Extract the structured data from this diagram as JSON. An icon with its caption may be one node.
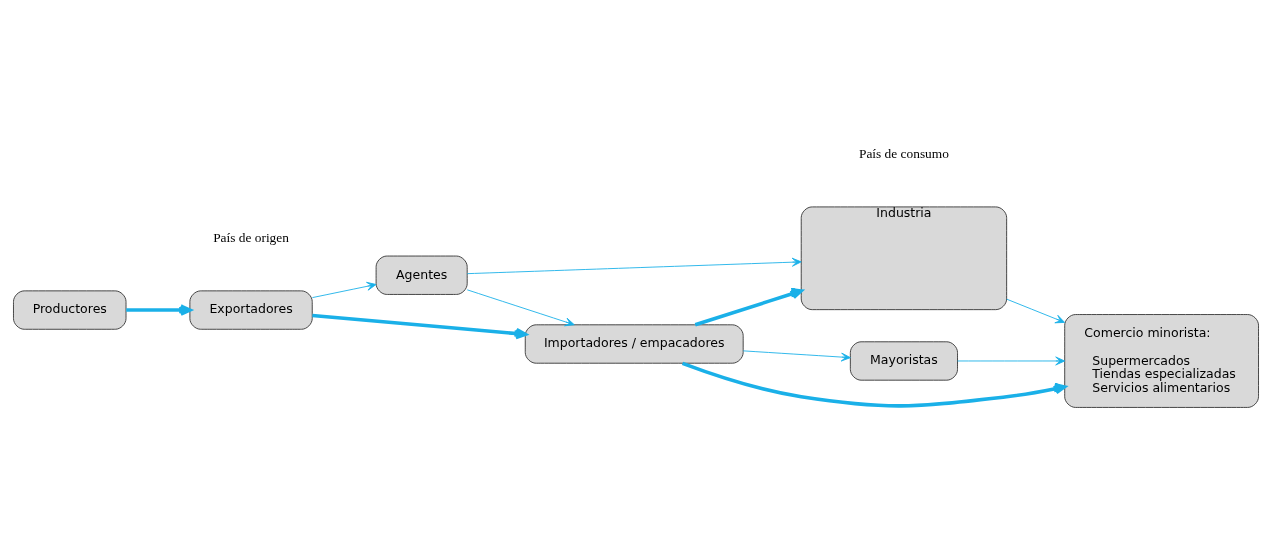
{
  "diagram": {
    "nodes": [
      {
        "text": [
          "Exportadores"
        ]
      },
      {
        "text": [
          "Productores"
        ]
      },
      {
        "text": [
          "Agentes"
        ]
      },
      {
        "text": [
          "Industria"
        ]
      },
      {
        "text": [
          "Importadores / empacadores"
        ]
      },
      {
        "text": [
          "Mayoristas"
        ]
      },
      {
        "text": [
          "Comercio minorista:",
          "Supermercados",
          "Tiendas especializadas",
          "Servicios alimentarios"
        ]
      }
    ],
    "edges": [
      {
        "from": 1,
        "to": 0,
        "arrow": "to",
        "style": "thick"
      },
      {
        "from": 0,
        "to": 2,
        "arrow": "to"
      },
      {
        "from": 0,
        "to": 4,
        "arrow": "to",
        "style": "thick"
      },
      {
        "from": 2,
        "to": 3,
        "arrow": "to"
      },
      {
        "from": 2,
        "to": 4,
        "arrow": "to"
      },
      {
        "from": 4,
        "to": 3,
        "arrow": "to",
        "style": "thick"
      },
      {
        "from": 4,
        "to": 6,
        "arrow": "to",
        "style": "thick"
      },
      {
        "from": 4,
        "to": 5,
        "arrow": "to"
      },
      {
        "from": 3,
        "to": 6,
        "arrow": "to"
      },
      {
        "from": 5,
        "to": 6,
        "arrow": "to"
      }
    ],
    "labels": [
      "País de origen",
      "País de consumo"
    ]
  }
}
